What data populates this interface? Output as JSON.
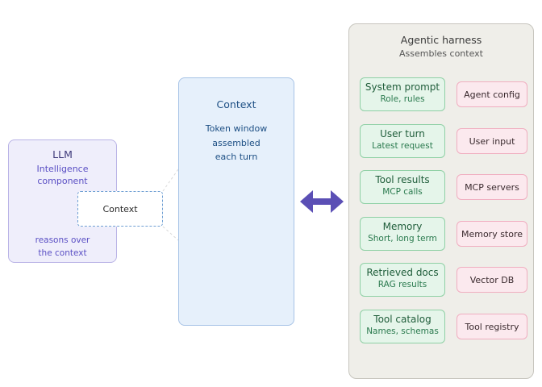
{
  "llm": {
    "title": "LLM",
    "subtitle_line1": "Intelligence",
    "subtitle_line2": "component",
    "inner_label": "Context",
    "footer_line1": "reasons over",
    "footer_line2": "the context"
  },
  "context": {
    "title": "Context",
    "line1": "Token window",
    "line2": "assembled",
    "line3": "each turn"
  },
  "harness": {
    "title": "Agentic harness",
    "subtitle": "Assembles context",
    "rows": [
      {
        "title": "System prompt",
        "sub": "Role, rules",
        "source": "Agent config"
      },
      {
        "title": "User turn",
        "sub": "Latest request",
        "source": "User input"
      },
      {
        "title": "Tool results",
        "sub": "MCP calls",
        "source": "MCP servers"
      },
      {
        "title": "Memory",
        "sub": "Short, long term",
        "source": "Memory store"
      },
      {
        "title": "Retrieved docs",
        "sub": "RAG results",
        "source": "Vector DB"
      },
      {
        "title": "Tool catalog",
        "sub": "Names, schemas",
        "source": "Tool registry"
      }
    ]
  },
  "colors": {
    "llm_fill": "#efeefb",
    "context_fill": "#e6f0fb",
    "harness_fill": "#efeee9",
    "component_fill": "#e5f5ea",
    "source_fill": "#fbe9ee",
    "arrow": "#5b4fb5"
  }
}
